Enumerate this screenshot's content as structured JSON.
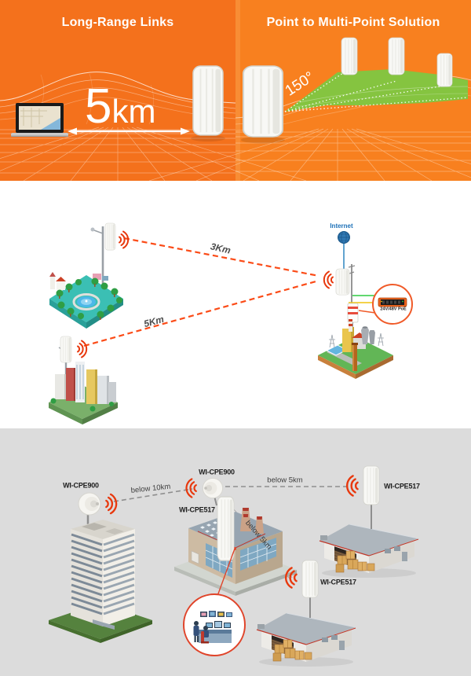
{
  "top_banner": {
    "left_panel": {
      "title": "Long-Range Links",
      "distance_value": "5",
      "distance_unit": "km"
    },
    "right_panel": {
      "title": "Point to Multi-Point Solution",
      "beam_angle": "150°"
    }
  },
  "middle_diagram": {
    "link_top": "3Km",
    "link_bottom": "5Km",
    "internet_label": "Internet",
    "poe_label": "24V/48V PoE"
  },
  "bottom_diagram": {
    "left_antenna": "WI-CPE900",
    "center_antenna": "WI-CPE900",
    "factory_cpe": "WI-CPE517",
    "right_cpe": "WI-CPE517",
    "lower_cpe": "WI-CPE517",
    "link_left": "below 10km",
    "link_right": "below 5km",
    "link_diagonal": "below 5km"
  },
  "colors": {
    "orange": "#f4711c",
    "orange_alt": "#f8801f",
    "fan_green": "#85c440",
    "dash_red": "#fb4b17",
    "wifi_red": "#e8380d",
    "internet_blue": "#1d71b8",
    "poe_orange": "#f05a28",
    "bottom_bg": "#dcdcdc"
  }
}
